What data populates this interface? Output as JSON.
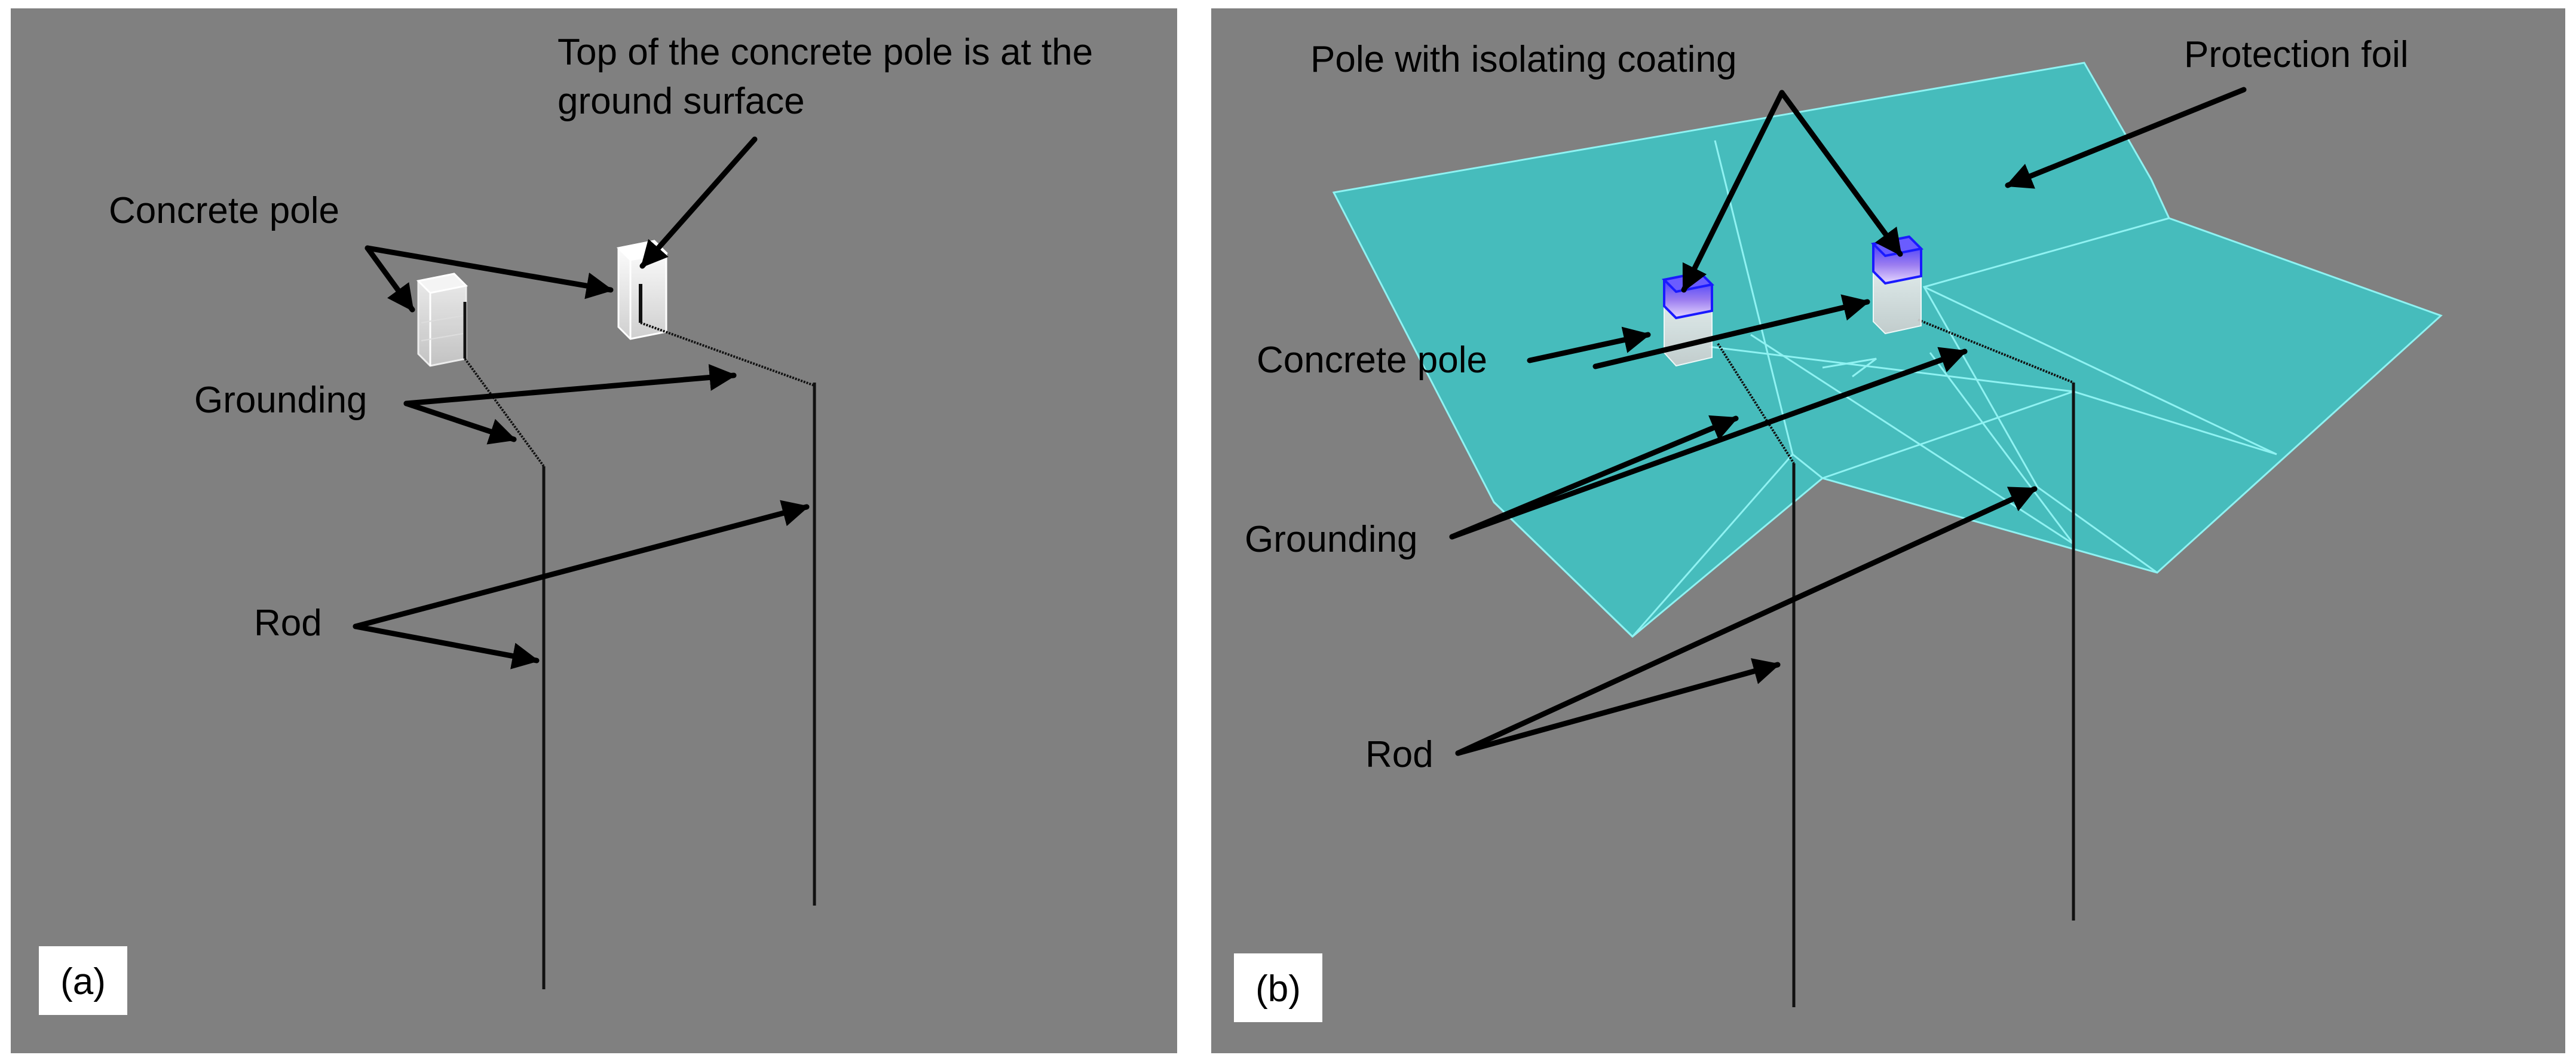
{
  "panel_a": {
    "tag": "(a)",
    "labels": {
      "top_line1": "Top of the concrete pole is at the",
      "top_line2": "ground surface",
      "concrete_pole": "Concrete pole",
      "grounding": "Grounding",
      "rod": "Rod"
    }
  },
  "panel_b": {
    "tag": "(b)",
    "labels": {
      "pole_coating": "Pole with isolating coating",
      "protection_foil": "Protection foil",
      "concrete_pole": "Concrete pole",
      "grounding": "Grounding",
      "rod": "Rod"
    }
  },
  "colors": {
    "background": "#808080",
    "foil": "#46bcbc",
    "coating": "#3a3aff",
    "pole": "#e8e8e8"
  }
}
